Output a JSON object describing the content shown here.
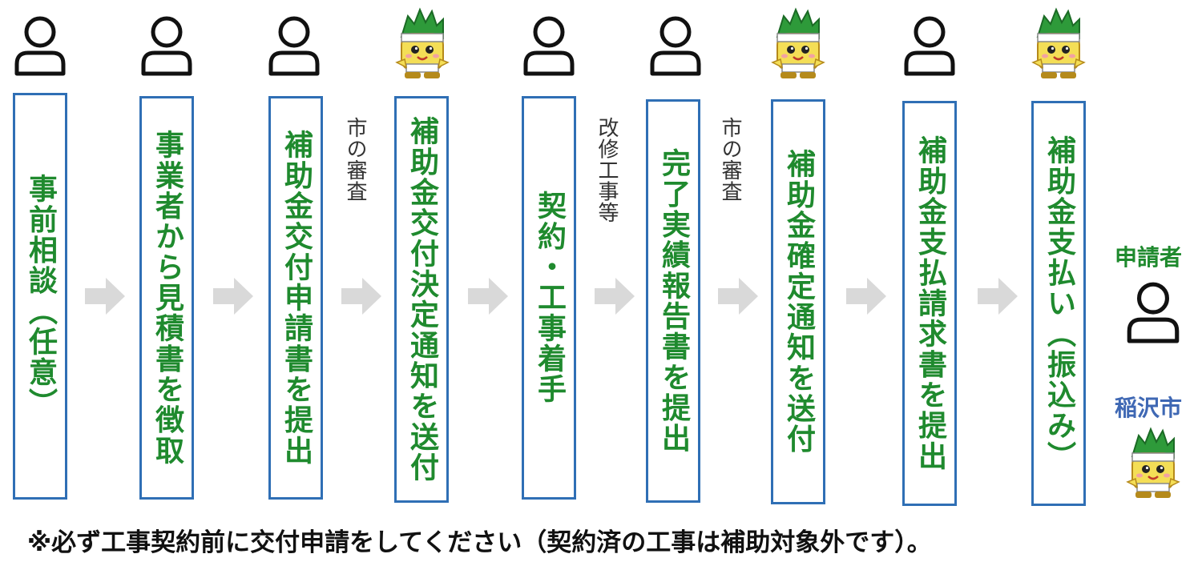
{
  "steps": [
    {
      "text": "事前相談（任意）",
      "actor": "applicant"
    },
    {
      "text": "事業者から見積書を徴取",
      "actor": "applicant"
    },
    {
      "text": "補助金交付申請書を提出",
      "actor": "applicant"
    },
    {
      "text": "補助金交付決定通知を送付",
      "actor": "city"
    },
    {
      "text": "契約・工事着手",
      "actor": "applicant"
    },
    {
      "text": "完了実績報告書を提出",
      "actor": "applicant"
    },
    {
      "text": "補助金確定通知を送付",
      "actor": "city"
    },
    {
      "text": "補助金支払請求書を提出",
      "actor": "applicant"
    },
    {
      "text": "補助金支払い（振込み）",
      "actor": "city"
    }
  ],
  "notes": [
    "市の審査",
    "改修工事等",
    "市の審査"
  ],
  "legend": {
    "applicant": "申請者",
    "city": "稲沢市"
  },
  "footer": "※必ず工事契約前に交付申請をしてください（契約済の工事は補助対象外です）。",
  "colors": {
    "step_text": "#1f8a2e",
    "box_border": "#2f6fb5",
    "applicant_label": "#1f8a2e",
    "city_label": "#3f68b4",
    "arrow": "#d9d9d9"
  },
  "icons": {
    "applicant": "person-outline-icon",
    "city": "mascot-icon"
  }
}
